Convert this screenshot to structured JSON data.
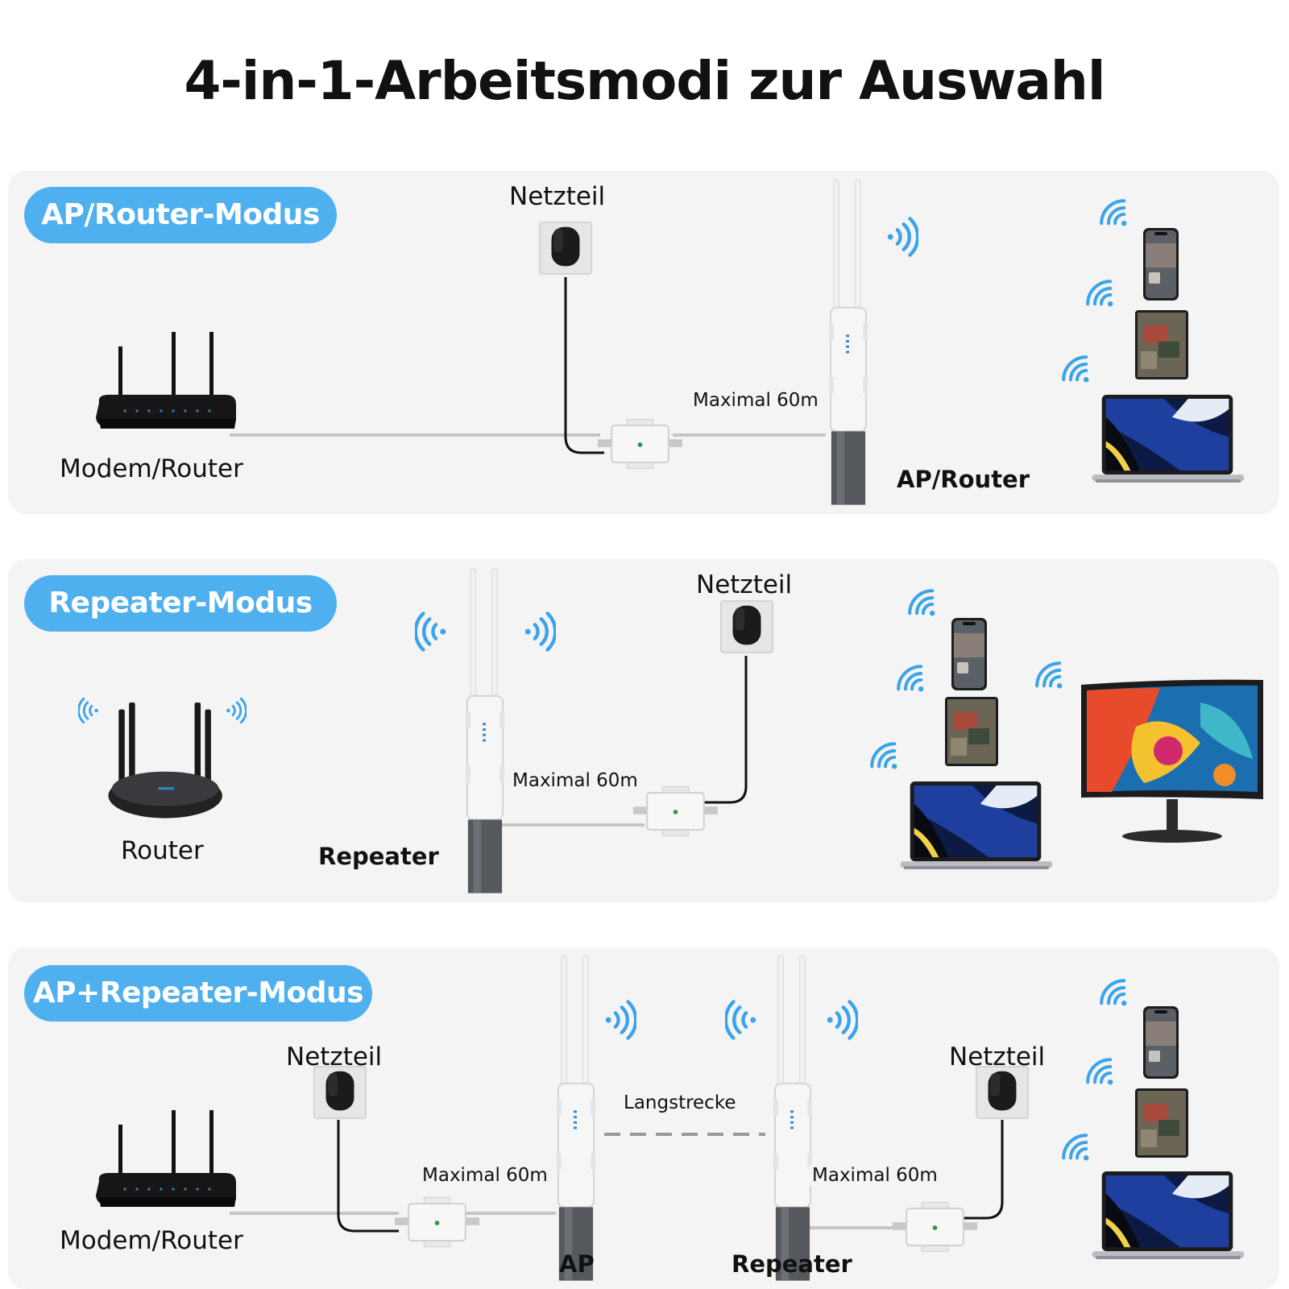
{
  "title": "4-in-1-Arbeitsmodi zur Auswahl",
  "colors": {
    "accent": "#4fb0ef",
    "panel": "#f4f4f5",
    "text": "#111111",
    "wifi": "#3aa3ea"
  },
  "icons": [
    "router-icon",
    "power-adapter-icon",
    "poe-injector-icon",
    "outdoor-ap-icon",
    "wifi-signal-icon",
    "smartphone-icon",
    "tablet-icon",
    "laptop-icon",
    "monitor-icon"
  ],
  "panels": [
    {
      "mode": "AP/Router-Modus",
      "labels": {
        "netzteil": "Netzteil",
        "distance": "Maximal 60m",
        "source": "Modem/Router",
        "device": "AP/Router"
      }
    },
    {
      "mode": "Repeater-Modus",
      "labels": {
        "netzteil": "Netzteil",
        "distance": "Maximal 60m",
        "source": "Router",
        "device": "Repeater"
      }
    },
    {
      "mode": "AP+Repeater-Modus",
      "labels": {
        "netzteil_1": "Netzteil",
        "netzteil_2": "Netzteil",
        "distance_1": "Maximal 60m",
        "distance_2": "Maximal 60m",
        "long_range": "Langstrecke",
        "source": "Modem/Router",
        "device_1": "AP",
        "device_2": "Repeater"
      }
    }
  ]
}
